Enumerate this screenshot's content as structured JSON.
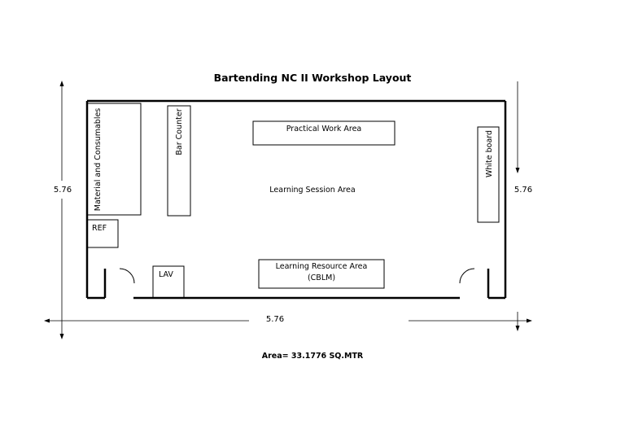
{
  "title": "Bartending NC II Workshop Layout",
  "dimensions": {
    "left": "5.76",
    "right": "5.76",
    "bottom": "5.76"
  },
  "areas": {
    "material": "Material and Consumables",
    "bar_counter": "Bar Counter",
    "practical": "Practical Work Area",
    "learning_session": "Learning Session Area",
    "white_board": "White board",
    "ref": "REF",
    "lav": "LAV",
    "resource_line1": "Learning Resource Area",
    "resource_line2": "(CBLM)"
  },
  "area_total": "Area= 33.1776 SQ.MTR"
}
